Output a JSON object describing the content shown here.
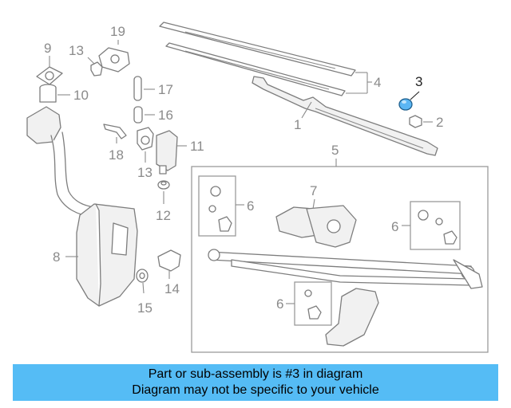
{
  "diagram": {
    "callouts": {
      "c1": "1",
      "c2": "2",
      "c3": "3",
      "c4": "4",
      "c5": "5",
      "c6a": "6",
      "c6b": "6",
      "c6c": "6",
      "c7": "7",
      "c8": "8",
      "c9": "9",
      "c10": "10",
      "c11": "11",
      "c12": "12",
      "c13a": "13",
      "c13b": "13",
      "c14": "14",
      "c15": "15",
      "c16": "16",
      "c17": "17",
      "c18": "18",
      "c19": "19"
    },
    "highlight_part": "3"
  },
  "banner": {
    "line1": "Part or sub-assembly is #3 in diagram",
    "line2": "Diagram may not be specific to your vehicle",
    "background": "#55bcf5",
    "text_color": "#000000"
  },
  "colors": {
    "highlight_fill": "#5bb6f4",
    "line_art": "#7d7d7d",
    "callout_text": "#8a8a8a"
  }
}
